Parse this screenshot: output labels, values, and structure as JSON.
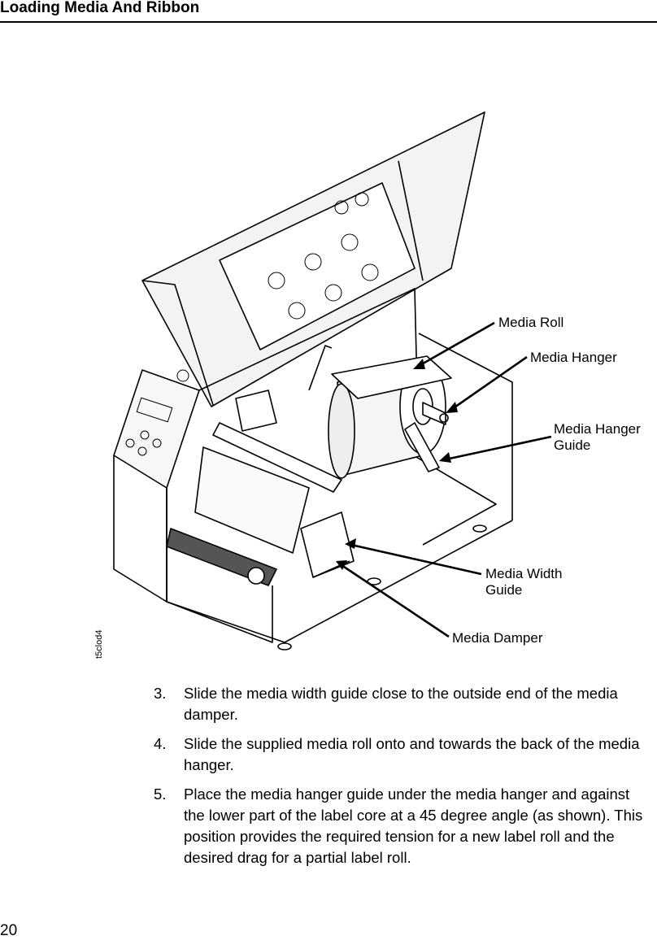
{
  "header": {
    "title": "Loading Media And Ribbon"
  },
  "figure": {
    "code": "t5clod4",
    "callouts": [
      "Media Roll",
      "Media Hanger",
      "Media Hanger\nGuide",
      "Media Width\nGuide",
      "Media Damper"
    ]
  },
  "steps": [
    {
      "number": "3.",
      "text": "Slide the media width guide close to the outside end of the media damper."
    },
    {
      "number": "4.",
      "text": "Slide the supplied media roll onto and towards the back of the media hanger."
    },
    {
      "number": "5.",
      "text": "Place the media hanger guide under the media hanger and against the lower part of the label core at a 45 degree angle (as shown). This position provides the required tension for a new label roll and the desired drag for a partial label roll."
    }
  ],
  "footer": {
    "page_number": "20"
  }
}
